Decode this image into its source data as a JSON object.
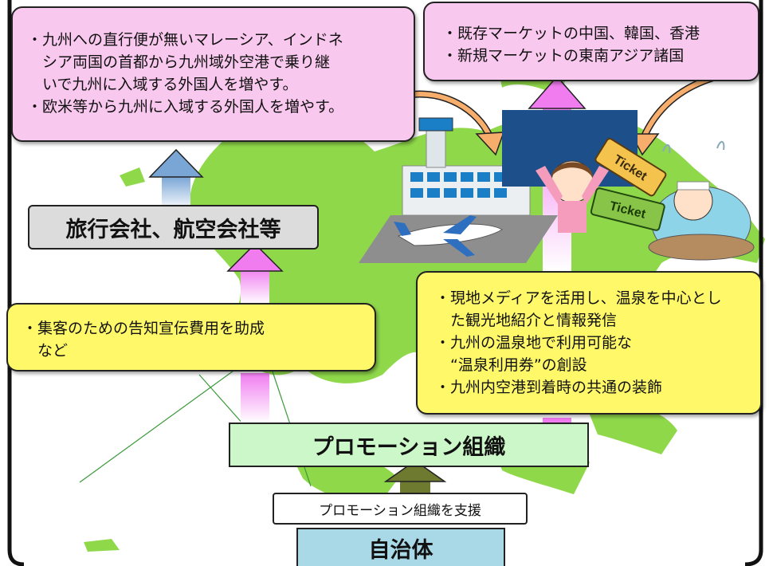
{
  "top_left_box": {
    "lines": [
      "・九州への直行便が無いマレーシア、インドネ",
      "　シア両国の首都から九州域外空港で乗り継",
      "　いで九州に入域する外国人を増やす。",
      "・欧米等から九州に入域する外国人を増やす。"
    ]
  },
  "top_right_box": {
    "lines": [
      "・既存マーケットの中国、韓国、香港",
      "・新規マーケットの東南アジア諸国"
    ]
  },
  "travel_agencies_label": "旅行会社、航空会社等",
  "subsidy_box": {
    "lines": [
      "・集客のための告知宣伝費用を助成",
      "　など"
    ]
  },
  "activities_box": {
    "lines": [
      "・現地メディアを活用し、温泉を中心とし",
      "　た観光地紹介と情報発信",
      "・九州の温泉地で利用可能な",
      "　“温泉利用券”の創設",
      "・九州内空港到着時の共通の装飾"
    ]
  },
  "promotion_org_label": "プロモーション組織",
  "support_label": "プロモーション組織を支援",
  "municipality_label": "自治体",
  "ticket_text_1": "Ticket",
  "ticket_text_2": "Ticket",
  "colors": {
    "box_pink": "#f9c8ee",
    "box_yellow": "#fff96a",
    "arrow_blue": "#7aa6d6",
    "arrow_pink": "#f07cf0",
    "arrow_olive": "#6e7a30",
    "map_green": "#8fd84a",
    "promotion_green": "#ccf7c8",
    "municipality_blue": "#a9d8e6",
    "travel_gray": "#dcdcdc"
  }
}
